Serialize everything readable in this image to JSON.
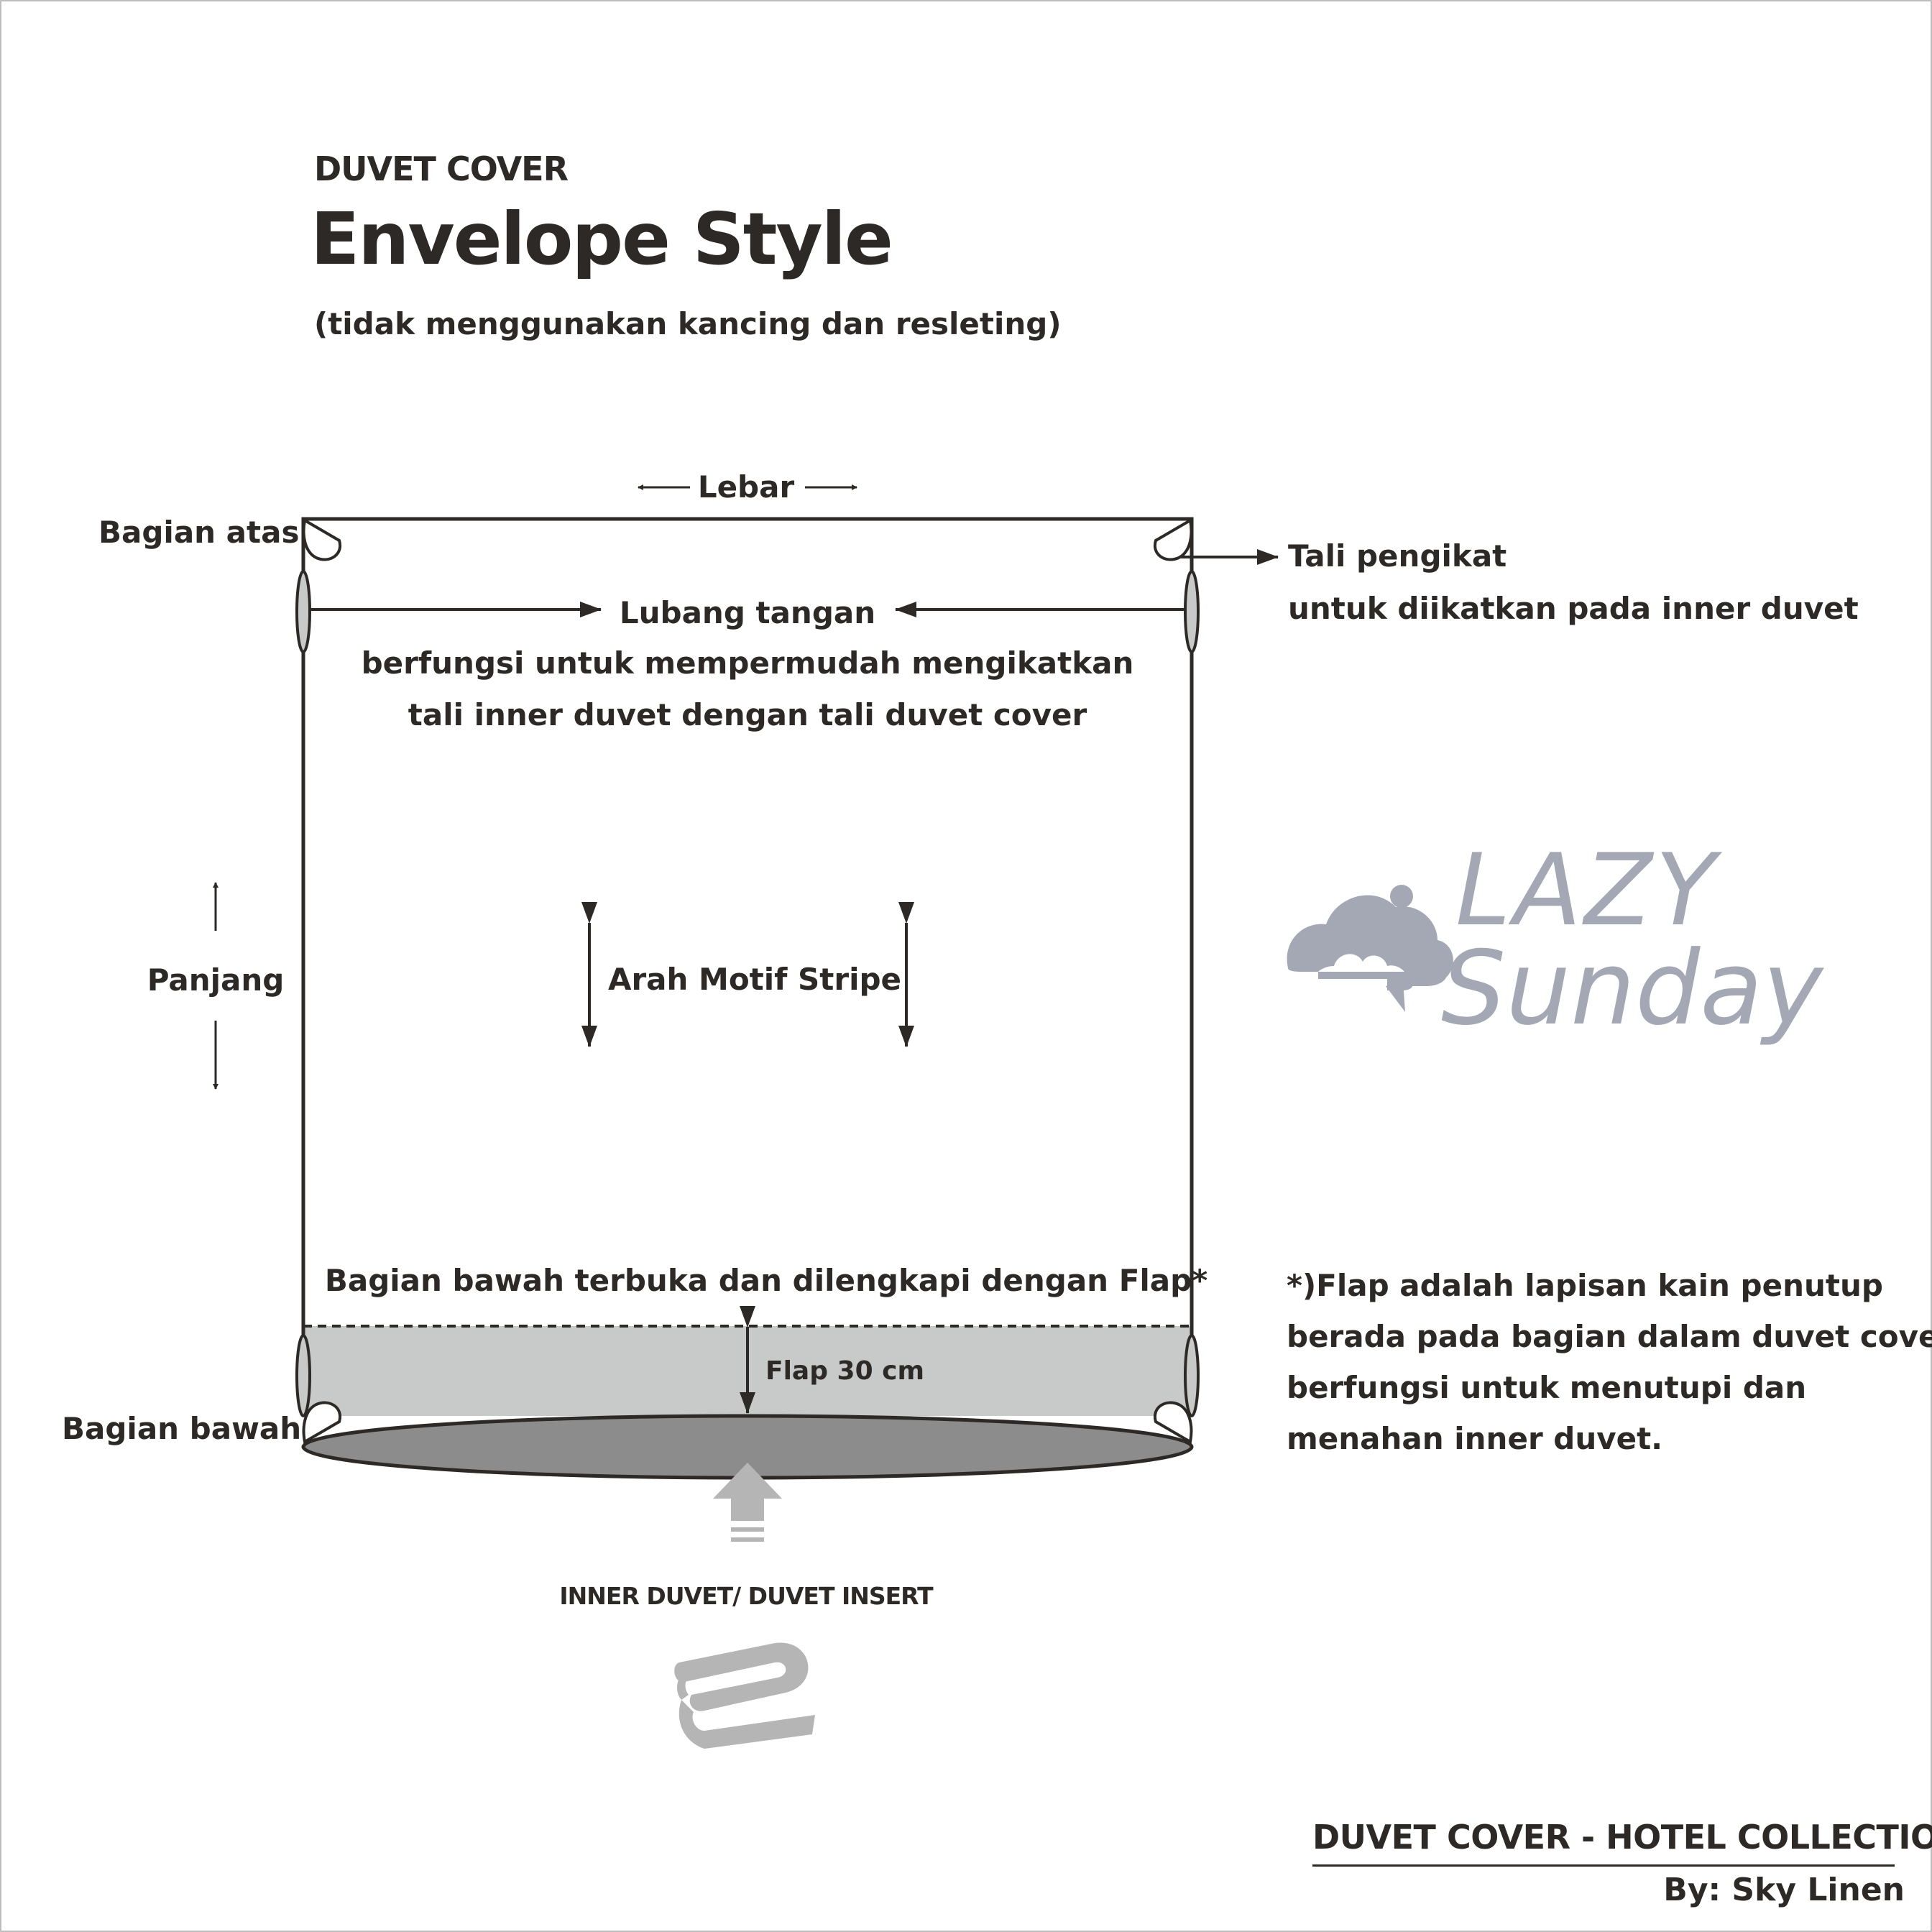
{
  "header": {
    "category": "DUVET COVER",
    "title": "Envelope Style",
    "subtitle": "(tidak menggunakan kancing dan resleting)"
  },
  "labels": {
    "top_part": "Bagian atas",
    "bottom_part": "Bagian bawah",
    "width": "Lebar",
    "length": "Panjang",
    "tie": "Tali pengikat",
    "tie_desc": "untuk diikatkan pada inner duvet",
    "hand_hole": "Lubang tangan",
    "hand_hole_desc_1": "berfungsi untuk mempermudah mengikatkan",
    "hand_hole_desc_2": "tali inner duvet dengan tali duvet cover",
    "stripe_direction": "Arah Motif Stripe",
    "bottom_open": "Bagian bawah terbuka dan dilengkapi dengan Flap*",
    "flap_size": "Flap 30 cm",
    "inner_duvet": "INNER DUVET/ DUVET INSERT"
  },
  "footnote": [
    "*)Flap adalah lapisan kain penutup",
    "berada pada bagian dalam duvet cover,",
    "berfungsi untuk menutupi dan",
    "menahan inner duvet."
  ],
  "logo": {
    "line1": "LAZY",
    "line2": "Sunday",
    "color": "#a3a8b4"
  },
  "footer": {
    "title": "DUVET COVER - HOTEL COLLECTION",
    "byline": "By: Sky Linen"
  },
  "colors": {
    "ink": "#2d2926",
    "flap_fill": "#c8c9c9",
    "opening_fill": "#8c8c8c",
    "grommet_fill": "#c8c9c9",
    "icon_gray": "#b5b5b5"
  },
  "icons": [
    "arrow-up-icon",
    "folded-blanket-icon",
    "cloud-icon"
  ]
}
